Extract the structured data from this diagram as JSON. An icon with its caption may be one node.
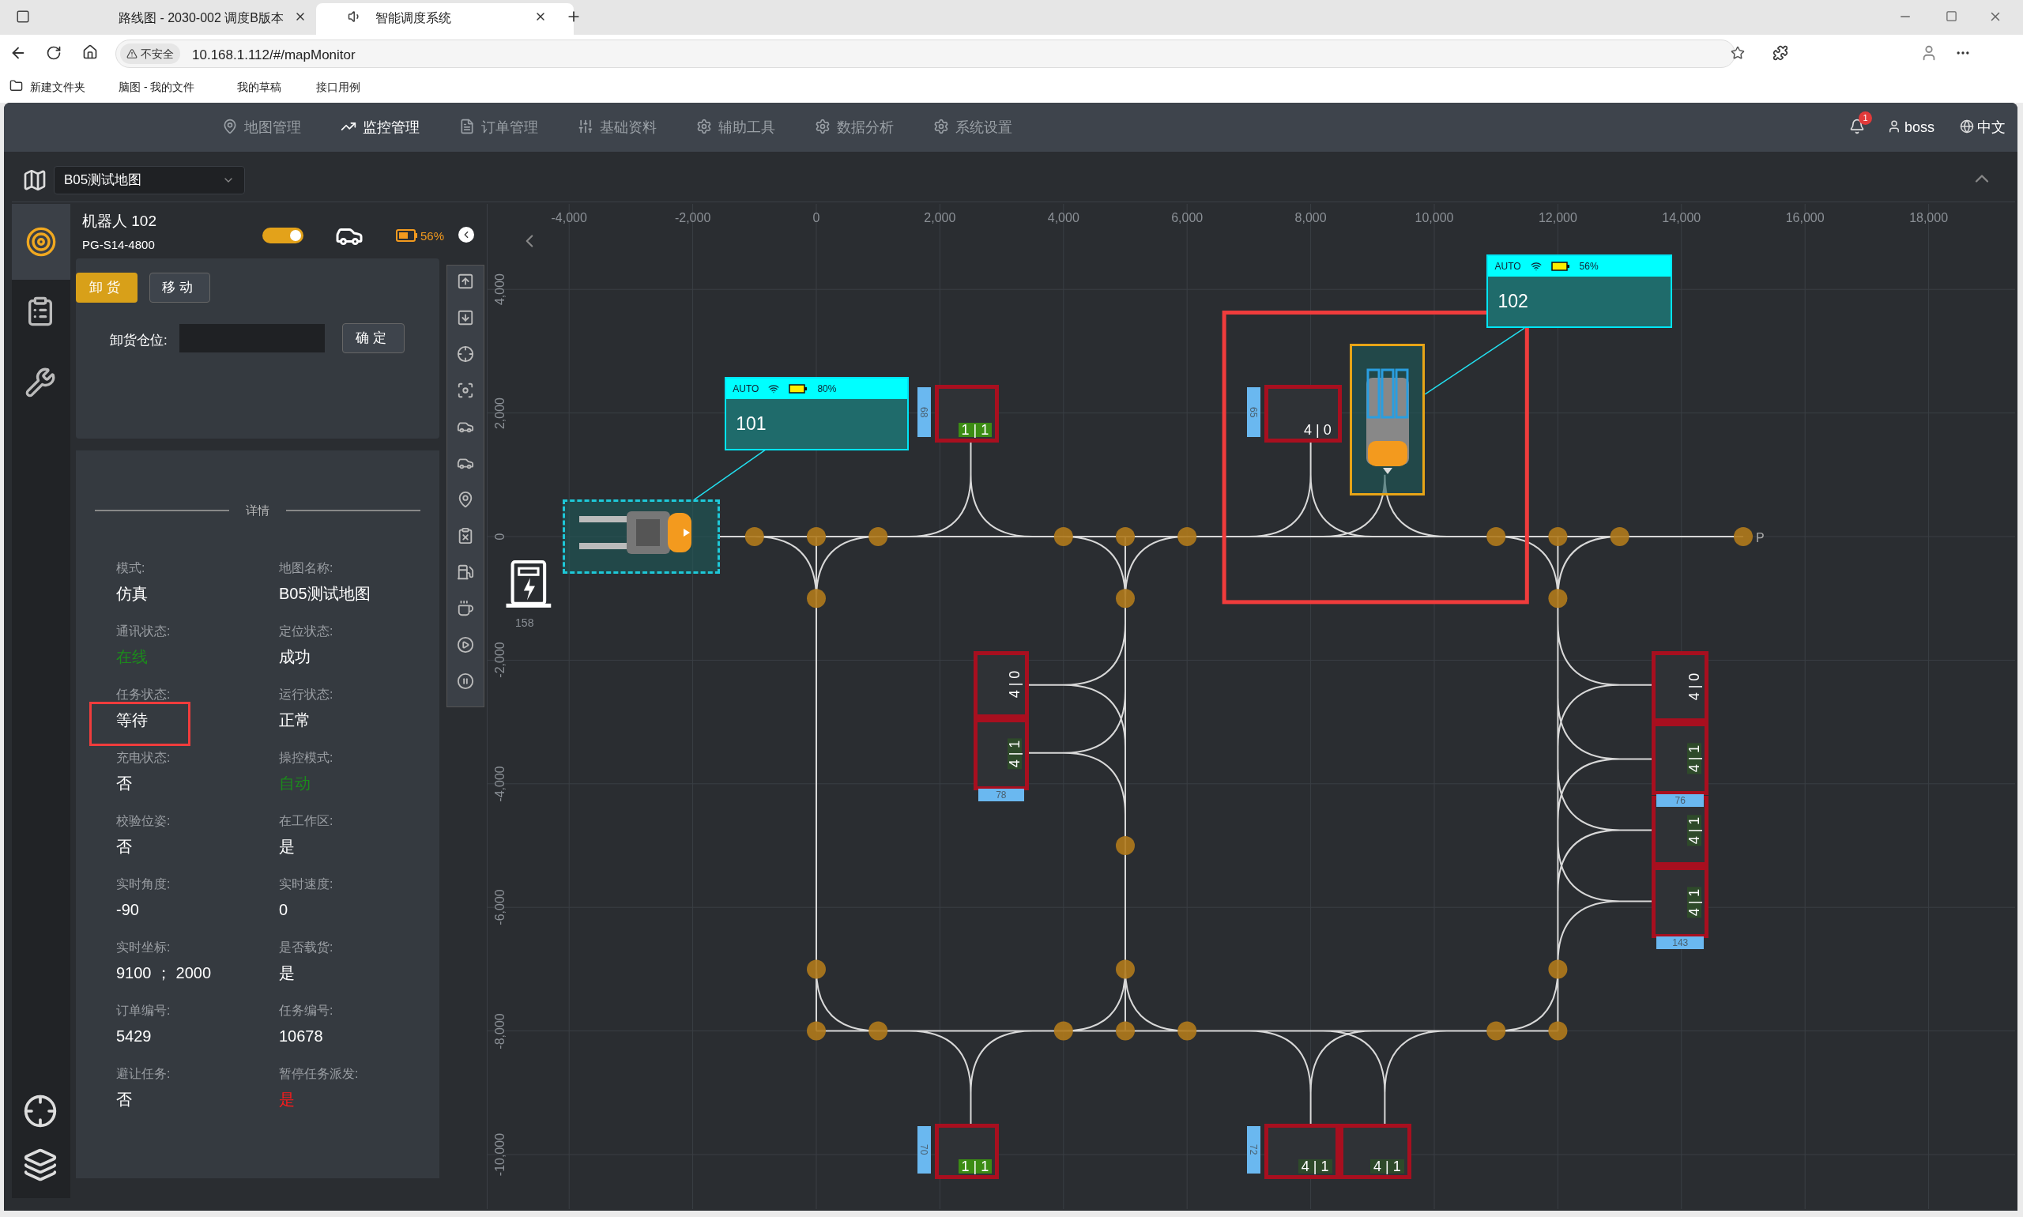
{
  "diagram": {
    "nodes": [
      {
        "text": [
          "AUTO",
          "80%",
          "101"
        ]
      },
      {
        "text": [],
        "shape": "picture"
      },
      {
        "text": [
          "AUTO",
          "56%",
          "102"
        ]
      },
      {
        "text": [],
        "shape": "picture"
      },
      {
        "text": [
          "1 | 1"
        ],
        "beside": [
          "68"
        ]
      },
      {
        "text": [
          "4 | 0"
        ],
        "beside": [
          "65"
        ]
      },
      {
        "text": [
          "4 | 0"
        ]
      },
      {
        "text": [
          "4 | 1"
        ],
        "beside": [
          "78"
        ]
      },
      {
        "text": [
          "4 | 0"
        ]
      },
      {
        "text": [
          "4 | 1"
        ],
        "beside": [
          "76"
        ]
      },
      {
        "text": [
          "4 | 1"
        ]
      },
      {
        "text": [
          "4 | 1"
        ],
        "beside": [
          "143"
        ]
      },
      {
        "text": [
          "1 | 1"
        ],
        "beside": [
          "70"
        ]
      },
      {
        "text": [
          "4 | 1"
        ],
        "beside": [
          "72"
        ]
      },
      {
        "text": [
          "4 | 1"
        ]
      },
      {
        "text": [],
        "shape": "picture",
        "beside": [
          "158"
        ]
      }
    ],
    "edges": [
      {
        "from": 0,
        "to": 1,
        "arrow": "none"
      },
      {
        "from": 2,
        "to": 3,
        "arrow": "none"
      }
    ],
    "labels": [
      "路线图 - 2030-002 调度B版本",
      "智能调度系统",
      "不安全",
      "10.168.1.112/#/mapMonitor",
      "新建文件夹",
      "脑图 - 我的文件",
      "我的草稿",
      "接口用例",
      "地图管理",
      "监控管理",
      "订单管理",
      "基础资料",
      "辅助工具",
      "数据分析",
      "系统设置",
      "1",
      "boss",
      "中文",
      "B05测试地图",
      "机器人 102",
      "PG-S14-4800",
      "56%",
      "卸货",
      "移动",
      "卸货仓位:",
      "确定",
      "详情",
      "模式:",
      "地图名称:",
      "仿真",
      "B05测试地图",
      "通讯状态:",
      "定位状态:",
      "在线",
      "成功",
      "任务状态:",
      "运行状态:",
      "等待",
      "正常",
      "充电状态:",
      "操控模式:",
      "否",
      "自动",
      "校验位姿:",
      "在工作区:",
      "否",
      "是",
      "实时角度:",
      "实时速度:",
      "-90",
      "0",
      "实时坐标:",
      "是否载货:",
      "9100 ； 2000",
      "是",
      "订单编号:",
      "任务编号:",
      "5429",
      "10678",
      "避让任务:",
      "暂停任务派发:",
      "否",
      "是",
      "-4,000",
      "-2,000",
      "0",
      "2,000",
      "4,000",
      "6,000",
      "8,000",
      "10,000",
      "12,000",
      "14,000",
      "16,000",
      "18,000",
      "4,000",
      "2,000",
      "0",
      "-2,000",
      "-4,000",
      "-6,000",
      "-8,000",
      "-10,000",
      "P"
    ]
  }
}
